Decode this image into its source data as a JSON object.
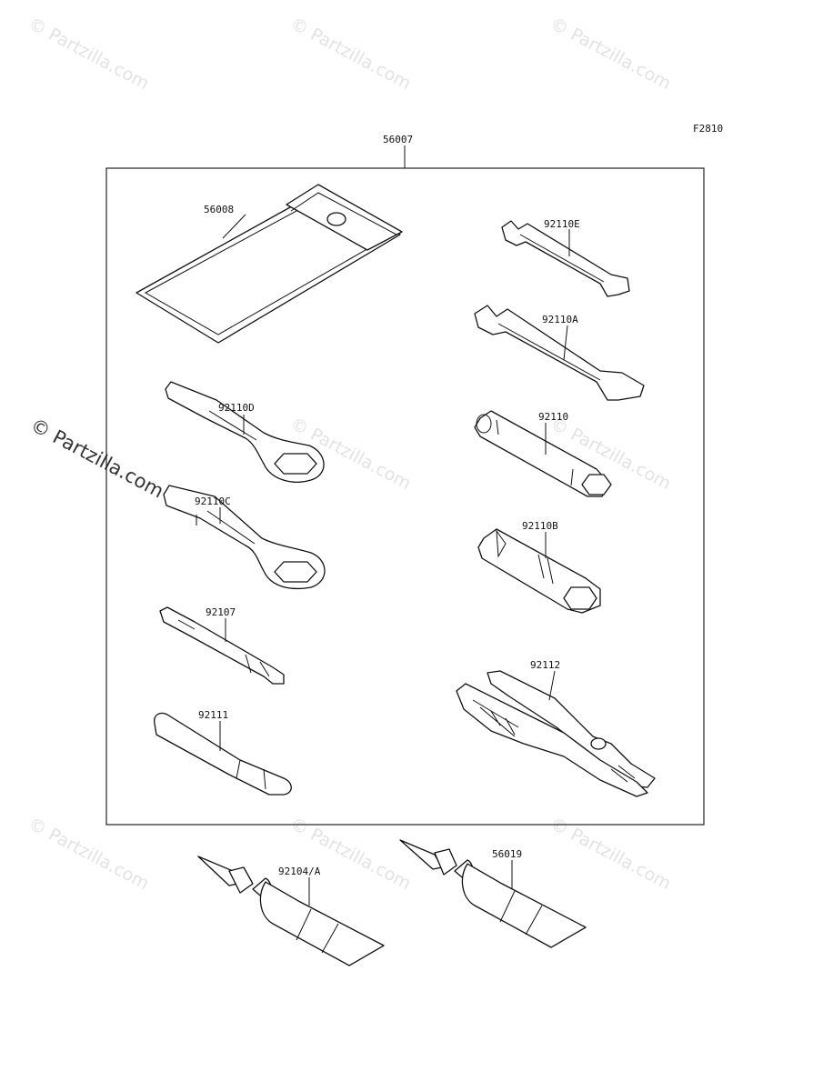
{
  "figure_code": "F2810",
  "assembly": {
    "part_number": "56007"
  },
  "parts": [
    {
      "id": "pouch",
      "part_number": "56008",
      "icon": "tool-pouch-icon"
    },
    {
      "id": "wrench-e",
      "part_number": "92110E",
      "icon": "open-end-wrench-icon"
    },
    {
      "id": "wrench-a",
      "part_number": "92110A",
      "icon": "open-end-wrench-icon"
    },
    {
      "id": "ring-d",
      "part_number": "92110D",
      "icon": "ring-wrench-icon"
    },
    {
      "id": "socket",
      "part_number": "92110",
      "icon": "socket-wrench-icon"
    },
    {
      "id": "ring-c",
      "part_number": "92110C",
      "icon": "ring-wrench-icon"
    },
    {
      "id": "plug-wrench",
      "part_number": "92110B",
      "icon": "plug-wrench-icon"
    },
    {
      "id": "screwdriver",
      "part_number": "92107",
      "icon": "screwdriver-icon"
    },
    {
      "id": "pliers",
      "part_number": "92112",
      "icon": "pliers-icon"
    },
    {
      "id": "handle",
      "part_number": "92111",
      "icon": "handle-icon"
    },
    {
      "id": "grease-1",
      "part_number": "92104/A",
      "icon": "grease-tube-icon"
    },
    {
      "id": "grease-2",
      "part_number": "56019",
      "icon": "grease-tube-icon"
    }
  ],
  "watermark": {
    "text": "© Partzilla.com"
  }
}
